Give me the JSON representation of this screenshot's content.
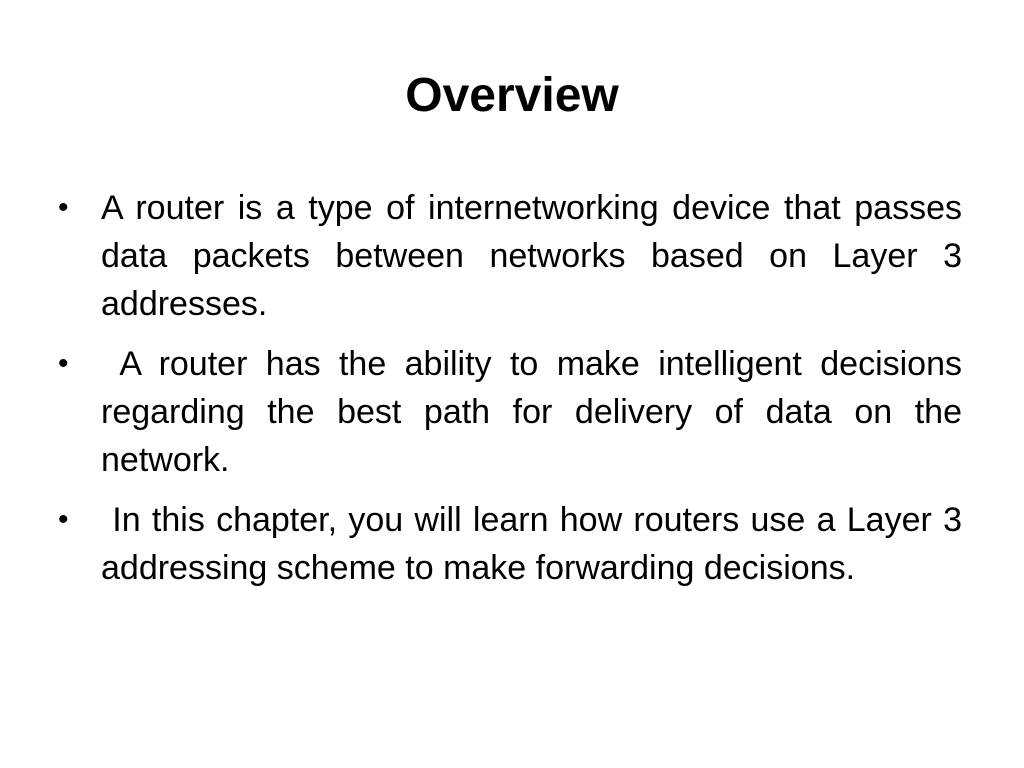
{
  "slide": {
    "title": "Overview",
    "bullet_marker": "•",
    "bullets": [
      {
        "text": "A router is a type of internetworking device that passes data packets between networks based on Layer 3 addresses."
      },
      {
        "text": " A router has the ability to make intelligent decisions regarding the best path for delivery of data on the network."
      },
      {
        "text": " In this chapter, you will learn how routers use a Layer 3 addressing scheme to make forwarding decisions."
      }
    ]
  }
}
